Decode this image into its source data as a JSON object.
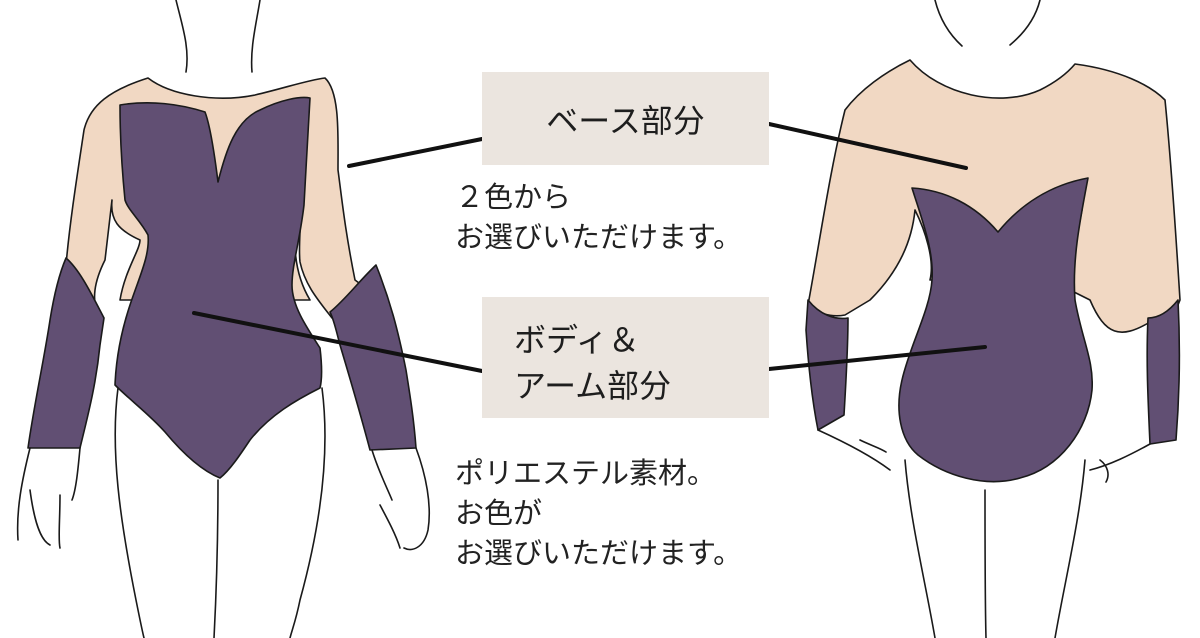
{
  "colors": {
    "base": "#f1d8c3",
    "body": "#614f73",
    "outline": "#1a1a1a",
    "label_bg": "#ebe5df",
    "pointer": "#111111"
  },
  "base_label": "ベース部分",
  "base_caption": {
    "line1": "２色から",
    "line2": "お選びいただけます。"
  },
  "body_label": {
    "line1": "ボディ＆",
    "line2": "アーム部分"
  },
  "body_caption": {
    "line1": "ポリエステル素材。",
    "line2": "お色が",
    "line3": "お選びいただけます。"
  }
}
